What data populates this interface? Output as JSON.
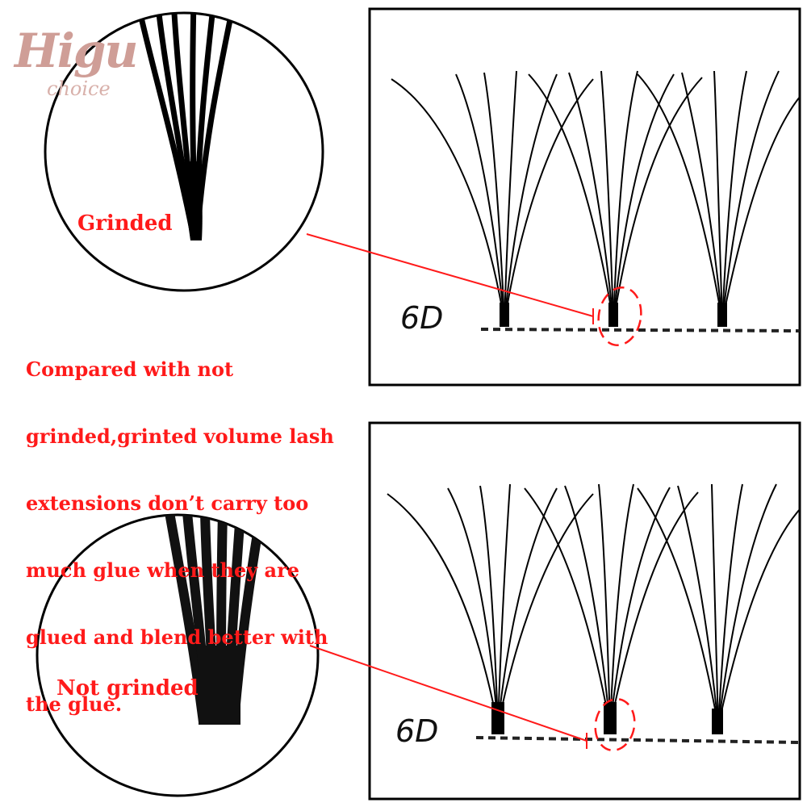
{
  "brand": {
    "name": "Higu",
    "subtitle": "choice",
    "color": "#cf9e97"
  },
  "description": {
    "lines": [
      "Compared with not",
      "grinded,grinted volume lash",
      "extensions don’t carry too",
      "much glue when they are",
      "glued and blend better with",
      "the glue."
    ],
    "color": "#ff1a1a"
  },
  "callouts": {
    "grinded_label": "Grinded",
    "not_grinded_label": "Not grinded"
  },
  "panels": {
    "top_label": "6D",
    "bottom_label": "6D"
  },
  "colors": {
    "accent": "#ff1a1a",
    "ink": "#111111",
    "frame": "#000000"
  }
}
